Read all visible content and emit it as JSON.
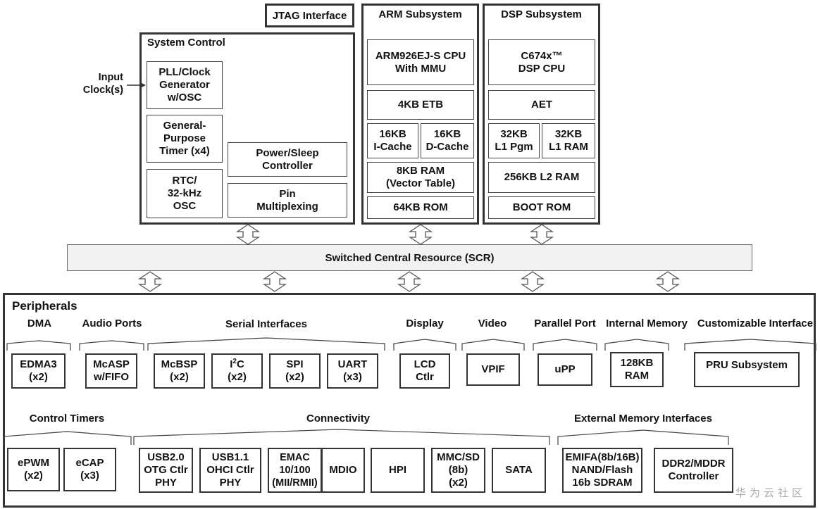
{
  "jtag": "JTAG Interface",
  "arm": {
    "title": "ARM Subsystem",
    "cpu": "ARM926EJ-S CPU\nWith MMU",
    "etb": "4KB ETB",
    "icache": "16KB\nI-Cache",
    "dcache": "16KB\nD-Cache",
    "ram": "8KB RAM\n(Vector Table)",
    "rom": "64KB ROM"
  },
  "dsp": {
    "title": "DSP Subsystem",
    "cpu": "C674x™\nDSP CPU",
    "aet": "AET",
    "l1pgm": "32KB\nL1 Pgm",
    "l1ram": "32KB\nL1 RAM",
    "l2": "256KB L2 RAM",
    "boot": "BOOT ROM"
  },
  "sysctl": {
    "title": "System Control",
    "input_label": "Input\nClock(s)",
    "pll": "PLL/Clock\nGenerator\nw/OSC",
    "timer": "General-\nPurpose\nTimer (x4)",
    "rtc": "RTC/\n32-kHz\nOSC",
    "power": "Power/Sleep\nController",
    "pin": "Pin\nMultiplexing"
  },
  "scr": "Switched Central Resource (SCR)",
  "periph": {
    "title": "Peripherals",
    "groups": {
      "dma": "DMA",
      "audio": "Audio Ports",
      "serial": "Serial Interfaces",
      "display": "Display",
      "video": "Video",
      "parallel": "Parallel Port",
      "intmem": "Internal Memory",
      "custom": "Customizable Interface",
      "timers": "Control Timers",
      "conn": "Connectivity",
      "extmem": "External Memory Interfaces"
    },
    "edma": "EDMA3\n(x2)",
    "mcasp": "McASP\nw/FIFO",
    "mcbsp": "McBSP\n(x2)",
    "i2c_a": "I",
    "i2c_sup": "2",
    "i2c_b": "C",
    "i2c_count": "(x2)",
    "spi": "SPI\n(x2)",
    "uart": "UART\n(x3)",
    "lcd": "LCD\nCtlr",
    "vpif": "VPIF",
    "upp": "uPP",
    "ram128": "128KB\nRAM",
    "pru": "PRU Subsystem",
    "epwm": "ePWM\n(x2)",
    "ecap": "eCAP\n(x3)",
    "usb2": "USB2.0\nOTG Ctlr\nPHY",
    "usb1": "USB1.1\nOHCI Ctlr\nPHY",
    "emac": "EMAC\n10/100\n(MII/RMII)",
    "mdio": "MDIO",
    "hpi": "HPI",
    "mmc": "MMC/SD\n(8b)\n(x2)",
    "sata": "SATA",
    "emifa": "EMIFA(8b/16B)\nNAND/Flash\n16b SDRAM",
    "ddr": "DDR2/MDDR\nController"
  },
  "watermark": "华为云社区"
}
